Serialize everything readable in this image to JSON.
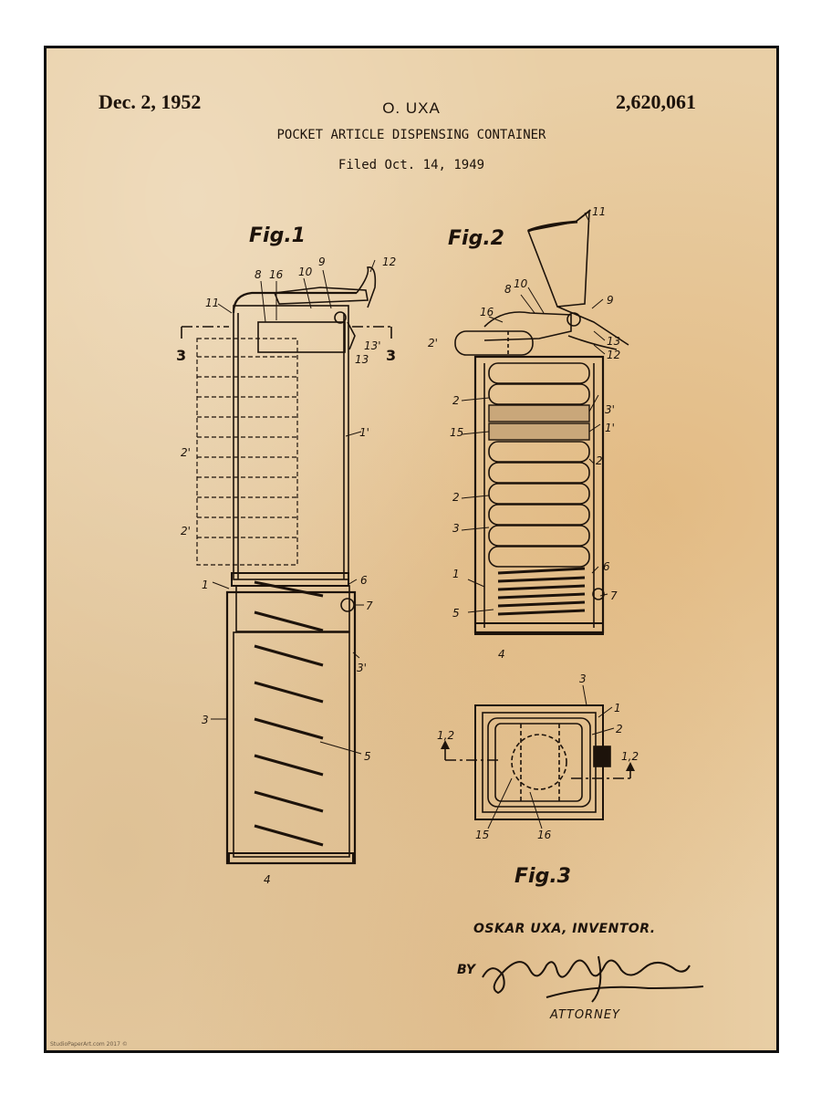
{
  "header": {
    "date": "Dec. 2, 1952",
    "inventor_short": "O. UXA",
    "patent_number": "2,620,061",
    "title": "POCKET ARTICLE DISPENSING CONTAINER",
    "filed": "Filed Oct. 14, 1949"
  },
  "figures": {
    "fig1": "Fig.1",
    "fig2": "Fig.2",
    "fig3": "Fig.3"
  },
  "refs": {
    "n1": "1",
    "n1p": "1'",
    "n2": "2",
    "n2p": "2'",
    "n3": "3",
    "n3p": "3'",
    "n4": "4",
    "n5": "5",
    "n6": "6",
    "n7": "7",
    "n8": "8",
    "n9": "9",
    "n10": "10",
    "n11": "11",
    "n12": "12",
    "n13": "13",
    "n13p": "13'",
    "n15": "15",
    "n16": "16",
    "n12sec": "1,2"
  },
  "footer": {
    "inventor_line": "OSKAR UXA, INVENTOR.",
    "by": "BY",
    "attorney": "ATTORNEY",
    "signature": "Edmund E. Pieron",
    "credit": "StudioPaperArt.com 2017 ©"
  },
  "colors": {
    "paper": "#e9cfa6",
    "ink": "#1d130b",
    "border": "#111111"
  }
}
